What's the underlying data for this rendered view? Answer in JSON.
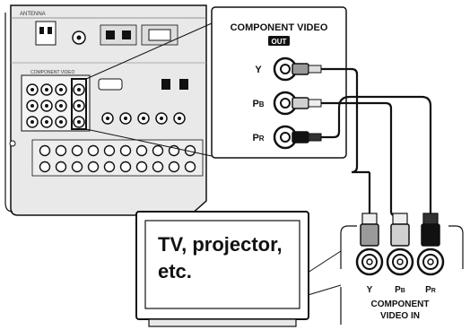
{
  "receiver": {
    "antenna_label": "ANTENNA",
    "component_video_small": "COMPONENT VIDEO"
  },
  "callout": {
    "title": "COMPONENT VIDEO",
    "out_badge": "OUT",
    "jacks": [
      {
        "name": "y",
        "label": "Y",
        "plug_color": "#9a9a9a"
      },
      {
        "name": "pb",
        "label": "PB",
        "plug_color": "#c8c8c8"
      },
      {
        "name": "pr",
        "label": "PR",
        "plug_color": "#111111"
      }
    ]
  },
  "display": {
    "screen_text_lines": [
      "TV, projector,",
      "etc."
    ]
  },
  "tv_panel": {
    "jacks": [
      {
        "name": "y",
        "label": "Y"
      },
      {
        "name": "pb",
        "label": "PB"
      },
      {
        "name": "pr",
        "label": "PR"
      }
    ],
    "caption_lines": [
      "COMPONENT",
      "VIDEO  IN"
    ]
  },
  "colors": {
    "line": "#111111",
    "panel_fill": "#f2f2f2",
    "receiver_fill": "#e6e6e6"
  }
}
